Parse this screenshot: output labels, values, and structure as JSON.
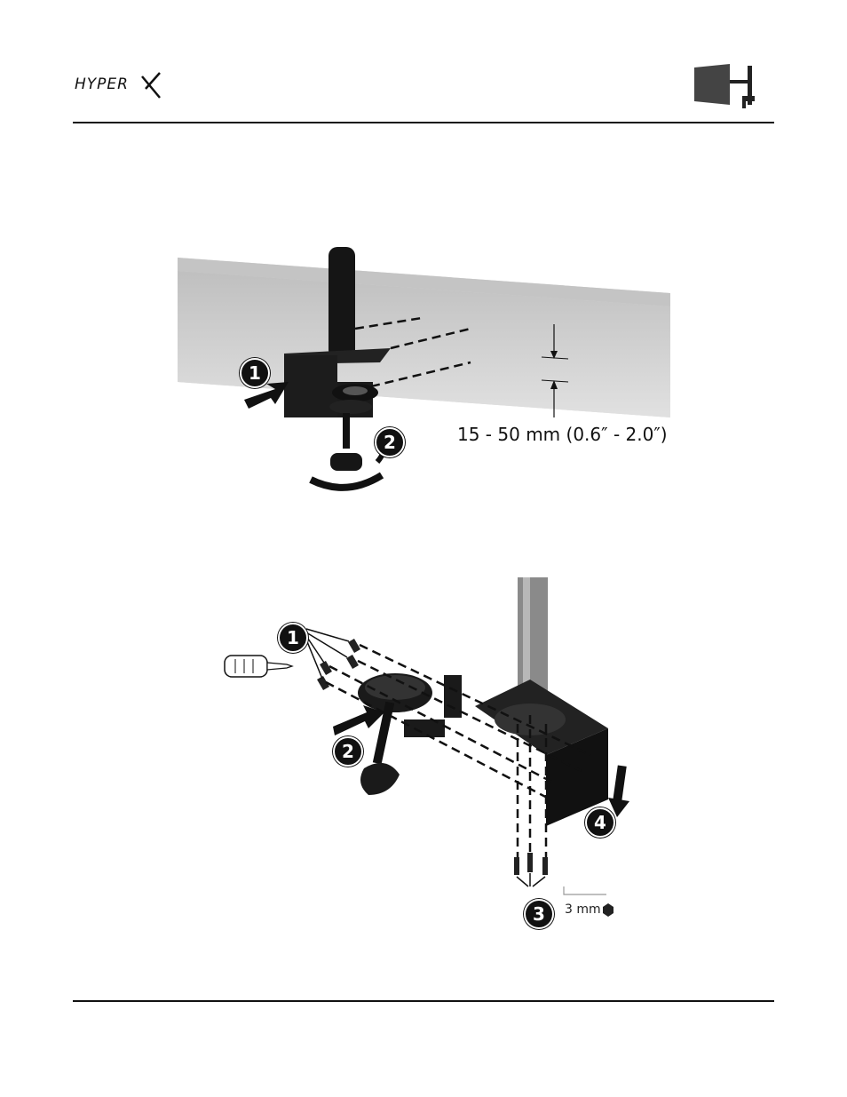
{
  "header": {
    "logo_text": "HYPER X"
  },
  "figure1": {
    "measurement": "15 - 50 mm (0.6″ - 2.0″)",
    "steps": [
      "1",
      "2"
    ]
  },
  "figure2": {
    "hex_key": "3 mm",
    "steps": [
      "1",
      "2",
      "3",
      "4"
    ]
  },
  "icons": [
    "hyperx-logo-icon",
    "monitor-arm-icon",
    "screwdriver-icon",
    "hex-key-icon"
  ]
}
